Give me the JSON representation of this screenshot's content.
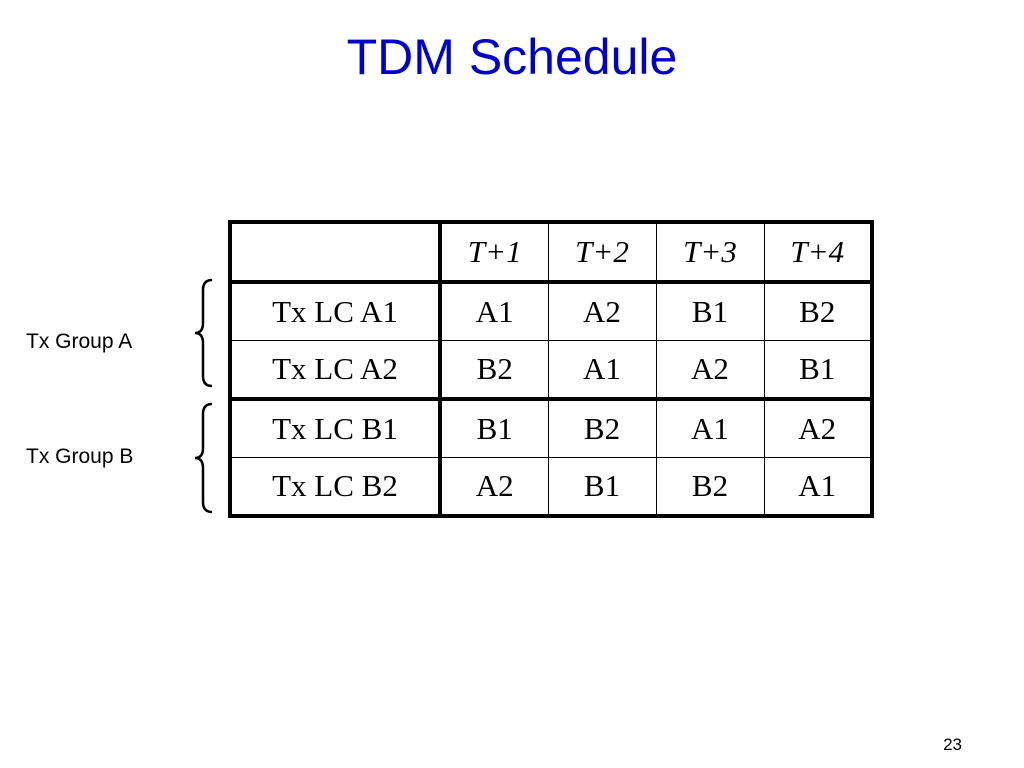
{
  "slide": {
    "title": "TDM Schedule",
    "page_number": "23"
  },
  "table": {
    "header": {
      "corner": "",
      "columns": [
        "T+1",
        "T+2",
        "T+3",
        "T+4"
      ]
    },
    "rows": [
      {
        "label": "Tx LC A1",
        "cells": [
          "A1",
          "A2",
          "B1",
          "B2"
        ]
      },
      {
        "label": "Tx LC A2",
        "cells": [
          "B2",
          "A1",
          "A2",
          "B1"
        ]
      },
      {
        "label": "Tx LC B1",
        "cells": [
          "B1",
          "B2",
          "A1",
          "A2"
        ]
      },
      {
        "label": "Tx LC B2",
        "cells": [
          "A2",
          "B1",
          "B2",
          "A1"
        ]
      }
    ]
  },
  "groups": [
    {
      "label": "Tx Group A"
    },
    {
      "label": "Tx Group B"
    }
  ],
  "colors": {
    "title": "#0000cc",
    "text": "#000000",
    "background": "#ffffff"
  },
  "icons": {
    "group_brace": "left-curly-brace-icon"
  }
}
